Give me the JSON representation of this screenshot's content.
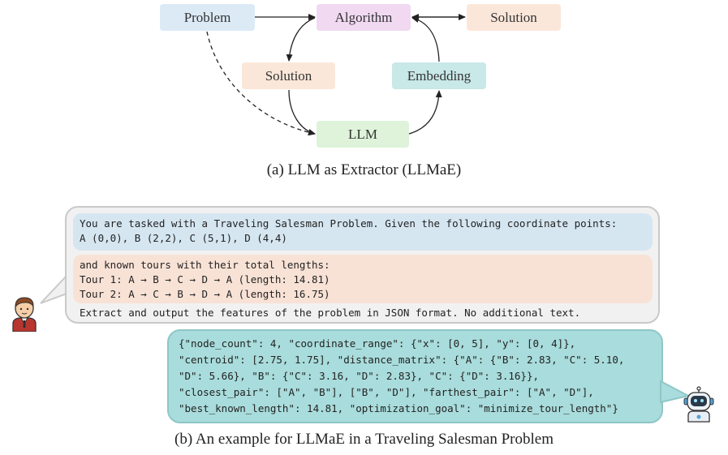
{
  "diagram": {
    "nodes": {
      "problem": "Problem",
      "algorithm": "Algorithm",
      "solution_top": "Solution",
      "solution_mid": "Solution",
      "embedding": "Embedding",
      "llm": "LLM"
    },
    "colors": {
      "problem": "#dceaf6",
      "algorithm": "#f1d9f2",
      "solution": "#fbe7da",
      "embedding": "#c9e8e8",
      "llm": "#def3d9",
      "user_prompt_blue": "#d5e6f1",
      "user_prompt_peach": "#f8e2d6",
      "ai_bubble": "#a9dcdc"
    },
    "caption_a": "(a) LLM as Extractor  (LLMaE)",
    "caption_b": "(b) An example for LLMaE in a Traveling Salesman Problem"
  },
  "prompt": {
    "block1_line1": "You are tasked with a Traveling Salesman Problem. Given the following coordinate points:",
    "block1_line2": "A (0,0), B (2,2), C (5,1), D (4,4)",
    "block2_line1": "and known tours with their total lengths:",
    "block2_line2": "Tour 1: A → B → C → D → A (length: 14.81)",
    "block2_line3": "Tour 2: A → C → B → D → A (length: 16.75)",
    "instruction": "Extract and output the features of the problem in JSON format. No additional text."
  },
  "response": {
    "line1": "{\"node_count\": 4, \"coordinate_range\": {\"x\": [0, 5], \"y\": [0, 4]},",
    "line2": "\"centroid\": [2.75, 1.75], \"distance_matrix\": {\"A\": {\"B\": 2.83, \"C\": 5.10,",
    "line3": "\"D\": 5.66}, \"B\": {\"C\": 3.16, \"D\": 2.83}, \"C\": {\"D\": 3.16}},",
    "line4": "\"closest_pair\": [\"A\", \"B\"], [\"B\", \"D\"], \"farthest_pair\": [\"A\", \"D\"],",
    "line5": "\"best_known_length\": 14.81, \"optimization_goal\": \"minimize_tour_length\"}"
  },
  "icons": {
    "user": "user-avatar-icon",
    "robot": "robot-avatar-icon"
  }
}
